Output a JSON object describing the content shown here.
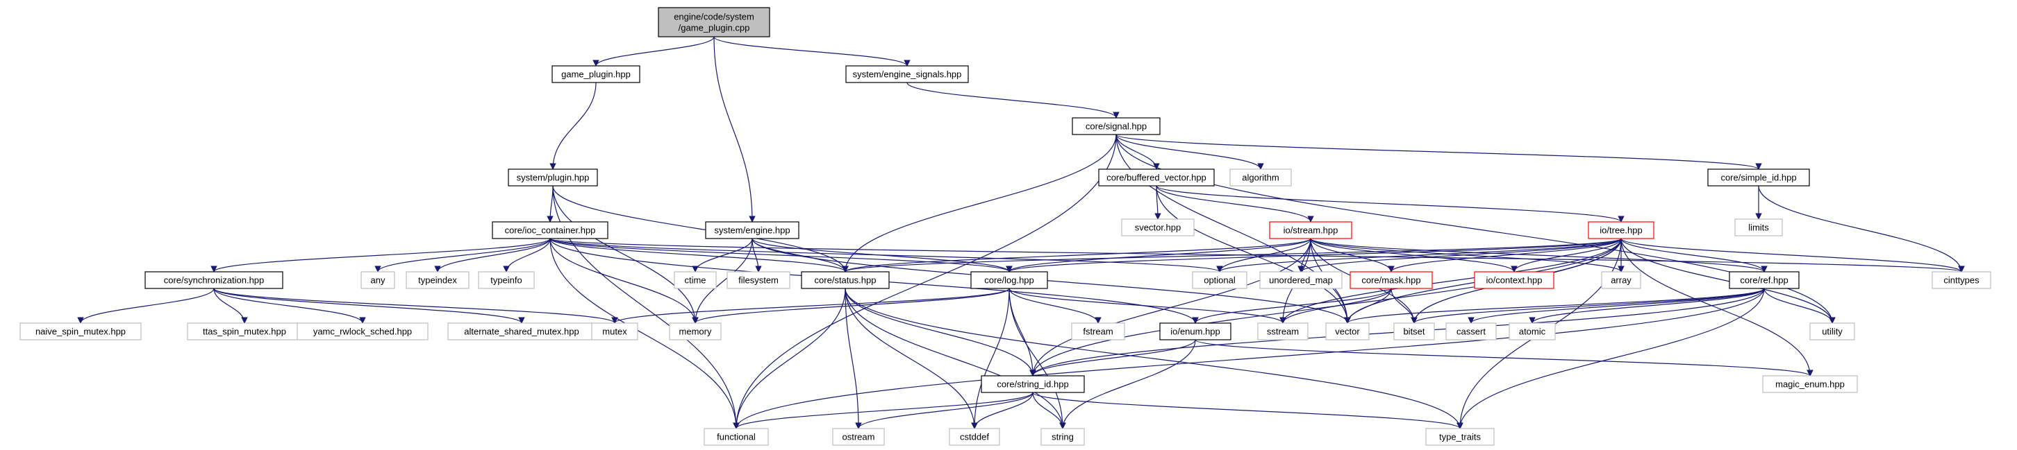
{
  "nodes": [
    {
      "id": "game_plugin_cpp",
      "lines": [
        "engine/code/system",
        "/game_plugin.cpp"
      ],
      "style": "root"
    },
    {
      "id": "game_plugin_hpp",
      "lines": [
        "game_plugin.hpp"
      ],
      "style": "normal"
    },
    {
      "id": "engine_signals_hpp",
      "lines": [
        "system/engine_signals.hpp"
      ],
      "style": "normal"
    },
    {
      "id": "plugin_hpp",
      "lines": [
        "system/plugin.hpp"
      ],
      "style": "normal"
    },
    {
      "id": "signal_hpp",
      "lines": [
        "core/signal.hpp"
      ],
      "style": "normal"
    },
    {
      "id": "buffered_vector_hpp",
      "lines": [
        "core/buffered_vector.hpp"
      ],
      "style": "normal"
    },
    {
      "id": "algorithm",
      "lines": [
        "algorithm"
      ],
      "style": "system"
    },
    {
      "id": "simple_id_hpp",
      "lines": [
        "core/simple_id.hpp"
      ],
      "style": "normal"
    },
    {
      "id": "svector_hpp",
      "lines": [
        "svector.hpp"
      ],
      "style": "system"
    },
    {
      "id": "limits",
      "lines": [
        "limits"
      ],
      "style": "system"
    },
    {
      "id": "ioc_container_hpp",
      "lines": [
        "core/ioc_container.hpp"
      ],
      "style": "normal"
    },
    {
      "id": "engine_hpp",
      "lines": [
        "system/engine.hpp"
      ],
      "style": "normal"
    },
    {
      "id": "stream_hpp",
      "lines": [
        "io/stream.hpp"
      ],
      "style": "red"
    },
    {
      "id": "tree_hpp",
      "lines": [
        "io/tree.hpp"
      ],
      "style": "red"
    },
    {
      "id": "synchronization_hpp",
      "lines": [
        "core/synchronization.hpp"
      ],
      "style": "normal"
    },
    {
      "id": "any",
      "lines": [
        "any"
      ],
      "style": "system"
    },
    {
      "id": "typeindex",
      "lines": [
        "typeindex"
      ],
      "style": "system"
    },
    {
      "id": "typeinfo",
      "lines": [
        "typeinfo"
      ],
      "style": "system"
    },
    {
      "id": "ctime",
      "lines": [
        "ctime"
      ],
      "style": "system"
    },
    {
      "id": "filesystem",
      "lines": [
        "filesystem"
      ],
      "style": "system"
    },
    {
      "id": "status_hpp",
      "lines": [
        "core/status.hpp"
      ],
      "style": "normal"
    },
    {
      "id": "log_hpp",
      "lines": [
        "core/log.hpp"
      ],
      "style": "normal"
    },
    {
      "id": "optional",
      "lines": [
        "optional"
      ],
      "style": "system"
    },
    {
      "id": "unordered_map",
      "lines": [
        "unordered_map"
      ],
      "style": "system"
    },
    {
      "id": "mask_hpp",
      "lines": [
        "core/mask.hpp"
      ],
      "style": "red"
    },
    {
      "id": "context_hpp",
      "lines": [
        "io/context.hpp"
      ],
      "style": "red"
    },
    {
      "id": "array",
      "lines": [
        "array"
      ],
      "style": "system"
    },
    {
      "id": "ref_hpp",
      "lines": [
        "core/ref.hpp"
      ],
      "style": "normal"
    },
    {
      "id": "cinttypes",
      "lines": [
        "cinttypes"
      ],
      "style": "system"
    },
    {
      "id": "naive_spin_mutex_hpp",
      "lines": [
        "naive_spin_mutex.hpp"
      ],
      "style": "system"
    },
    {
      "id": "ttas_spin_mutex_hpp",
      "lines": [
        "ttas_spin_mutex.hpp"
      ],
      "style": "system"
    },
    {
      "id": "yamc_rwlock_sched_hpp",
      "lines": [
        "yamc_rwlock_sched.hpp"
      ],
      "style": "system"
    },
    {
      "id": "alternate_shared_mutex_hpp",
      "lines": [
        "alternate_shared_mutex.hpp"
      ],
      "style": "system"
    },
    {
      "id": "mutex",
      "lines": [
        "mutex"
      ],
      "style": "system"
    },
    {
      "id": "memory",
      "lines": [
        "memory"
      ],
      "style": "system"
    },
    {
      "id": "fstream",
      "lines": [
        "fstream"
      ],
      "style": "system"
    },
    {
      "id": "enum_hpp",
      "lines": [
        "io/enum.hpp"
      ],
      "style": "normal"
    },
    {
      "id": "sstream",
      "lines": [
        "sstream"
      ],
      "style": "system"
    },
    {
      "id": "vector",
      "lines": [
        "vector"
      ],
      "style": "system"
    },
    {
      "id": "bitset",
      "lines": [
        "bitset"
      ],
      "style": "system"
    },
    {
      "id": "cassert",
      "lines": [
        "cassert"
      ],
      "style": "system"
    },
    {
      "id": "atomic",
      "lines": [
        "atomic"
      ],
      "style": "system"
    },
    {
      "id": "utility",
      "lines": [
        "utility"
      ],
      "style": "system"
    },
    {
      "id": "string_id_hpp",
      "lines": [
        "core/string_id.hpp"
      ],
      "style": "normal"
    },
    {
      "id": "magic_enum_hpp",
      "lines": [
        "magic_enum.hpp"
      ],
      "style": "system"
    },
    {
      "id": "functional",
      "lines": [
        "functional"
      ],
      "style": "system"
    },
    {
      "id": "ostream",
      "lines": [
        "ostream"
      ],
      "style": "system"
    },
    {
      "id": "cstddef",
      "lines": [
        "cstddef"
      ],
      "style": "system"
    },
    {
      "id": "string",
      "lines": [
        "string"
      ],
      "style": "system"
    },
    {
      "id": "type_traits",
      "lines": [
        "type_traits"
      ],
      "style": "system"
    }
  ],
  "edges": [
    [
      "game_plugin_cpp",
      "game_plugin_hpp"
    ],
    [
      "game_plugin_cpp",
      "engine_signals_hpp"
    ],
    [
      "game_plugin_cpp",
      "engine_hpp"
    ],
    [
      "game_plugin_hpp",
      "plugin_hpp"
    ],
    [
      "engine_signals_hpp",
      "signal_hpp"
    ],
    [
      "plugin_hpp",
      "ioc_container_hpp"
    ],
    [
      "plugin_hpp",
      "status_hpp"
    ],
    [
      "plugin_hpp",
      "memory"
    ],
    [
      "plugin_hpp",
      "functional"
    ],
    [
      "signal_hpp",
      "buffered_vector_hpp"
    ],
    [
      "signal_hpp",
      "algorithm"
    ],
    [
      "signal_hpp",
      "simple_id_hpp"
    ],
    [
      "signal_hpp",
      "status_hpp"
    ],
    [
      "signal_hpp",
      "functional"
    ],
    [
      "signal_hpp",
      "vector"
    ],
    [
      "signal_hpp",
      "utility"
    ],
    [
      "buffered_vector_hpp",
      "svector_hpp"
    ],
    [
      "buffered_vector_hpp",
      "stream_hpp"
    ],
    [
      "buffered_vector_hpp",
      "tree_hpp"
    ],
    [
      "buffered_vector_hpp",
      "vector"
    ],
    [
      "simple_id_hpp",
      "limits"
    ],
    [
      "simple_id_hpp",
      "cinttypes"
    ],
    [
      "ioc_container_hpp",
      "synchronization_hpp"
    ],
    [
      "ioc_container_hpp",
      "any"
    ],
    [
      "ioc_container_hpp",
      "typeindex"
    ],
    [
      "ioc_container_hpp",
      "typeinfo"
    ],
    [
      "ioc_container_hpp",
      "status_hpp"
    ],
    [
      "ioc_container_hpp",
      "log_hpp"
    ],
    [
      "ioc_container_hpp",
      "optional"
    ],
    [
      "ioc_container_hpp",
      "memory"
    ],
    [
      "ioc_container_hpp",
      "functional"
    ],
    [
      "ioc_container_hpp",
      "enum_hpp"
    ],
    [
      "ioc_container_hpp",
      "cinttypes"
    ],
    [
      "engine_hpp",
      "ctime"
    ],
    [
      "engine_hpp",
      "filesystem"
    ],
    [
      "engine_hpp",
      "status_hpp"
    ],
    [
      "engine_hpp",
      "log_hpp"
    ],
    [
      "engine_hpp",
      "memory"
    ],
    [
      "engine_hpp",
      "vector"
    ],
    [
      "stream_hpp",
      "status_hpp"
    ],
    [
      "stream_hpp",
      "log_hpp"
    ],
    [
      "stream_hpp",
      "optional"
    ],
    [
      "stream_hpp",
      "unordered_map"
    ],
    [
      "stream_hpp",
      "mask_hpp"
    ],
    [
      "stream_hpp",
      "context_hpp"
    ],
    [
      "stream_hpp",
      "array"
    ],
    [
      "stream_hpp",
      "ref_hpp"
    ],
    [
      "stream_hpp",
      "string_id_hpp"
    ],
    [
      "stream_hpp",
      "sstream"
    ],
    [
      "stream_hpp",
      "vector"
    ],
    [
      "stream_hpp",
      "bitset"
    ],
    [
      "tree_hpp",
      "status_hpp"
    ],
    [
      "tree_hpp",
      "optional"
    ],
    [
      "tree_hpp",
      "unordered_map"
    ],
    [
      "tree_hpp",
      "mask_hpp"
    ],
    [
      "tree_hpp",
      "context_hpp"
    ],
    [
      "tree_hpp",
      "array"
    ],
    [
      "tree_hpp",
      "ref_hpp"
    ],
    [
      "tree_hpp",
      "cinttypes"
    ],
    [
      "tree_hpp",
      "log_hpp"
    ],
    [
      "tree_hpp",
      "vector"
    ],
    [
      "tree_hpp",
      "bitset"
    ],
    [
      "tree_hpp",
      "sstream"
    ],
    [
      "tree_hpp",
      "utility"
    ],
    [
      "tree_hpp",
      "magic_enum_hpp"
    ],
    [
      "tree_hpp",
      "type_traits"
    ],
    [
      "tree_hpp",
      "string_id_hpp"
    ],
    [
      "synchronization_hpp",
      "naive_spin_mutex_hpp"
    ],
    [
      "synchronization_hpp",
      "ttas_spin_mutex_hpp"
    ],
    [
      "synchronization_hpp",
      "yamc_rwlock_sched_hpp"
    ],
    [
      "synchronization_hpp",
      "alternate_shared_mutex_hpp"
    ],
    [
      "synchronization_hpp",
      "mutex"
    ],
    [
      "status_hpp",
      "functional"
    ],
    [
      "status_hpp",
      "ostream"
    ],
    [
      "status_hpp",
      "cstddef"
    ],
    [
      "status_hpp",
      "string"
    ],
    [
      "status_hpp",
      "string_id_hpp"
    ],
    [
      "status_hpp",
      "type_traits"
    ],
    [
      "log_hpp",
      "mutex"
    ],
    [
      "log_hpp",
      "memory"
    ],
    [
      "log_hpp",
      "fstream"
    ],
    [
      "log_hpp",
      "sstream"
    ],
    [
      "log_hpp",
      "cstddef"
    ],
    [
      "log_hpp",
      "string"
    ],
    [
      "log_hpp",
      "string_id_hpp"
    ],
    [
      "mask_hpp",
      "bitset"
    ],
    [
      "mask_hpp",
      "vector"
    ],
    [
      "mask_hpp",
      "enum_hpp"
    ],
    [
      "mask_hpp",
      "sstream"
    ],
    [
      "ref_hpp",
      "atomic"
    ],
    [
      "ref_hpp",
      "cassert"
    ],
    [
      "ref_hpp",
      "utility"
    ],
    [
      "ref_hpp",
      "functional"
    ],
    [
      "ref_hpp",
      "type_traits"
    ],
    [
      "ref_hpp",
      "string_id_hpp"
    ],
    [
      "ref_hpp",
      "vector"
    ],
    [
      "ref_hpp",
      "bitset"
    ],
    [
      "enum_hpp",
      "string_id_hpp"
    ],
    [
      "enum_hpp",
      "magic_enum_hpp"
    ],
    [
      "enum_hpp",
      "string"
    ],
    [
      "string_id_hpp",
      "functional"
    ],
    [
      "string_id_hpp",
      "ostream"
    ],
    [
      "string_id_hpp",
      "cstddef"
    ],
    [
      "string_id_hpp",
      "string"
    ],
    [
      "string_id_hpp",
      "type_traits"
    ]
  ]
}
